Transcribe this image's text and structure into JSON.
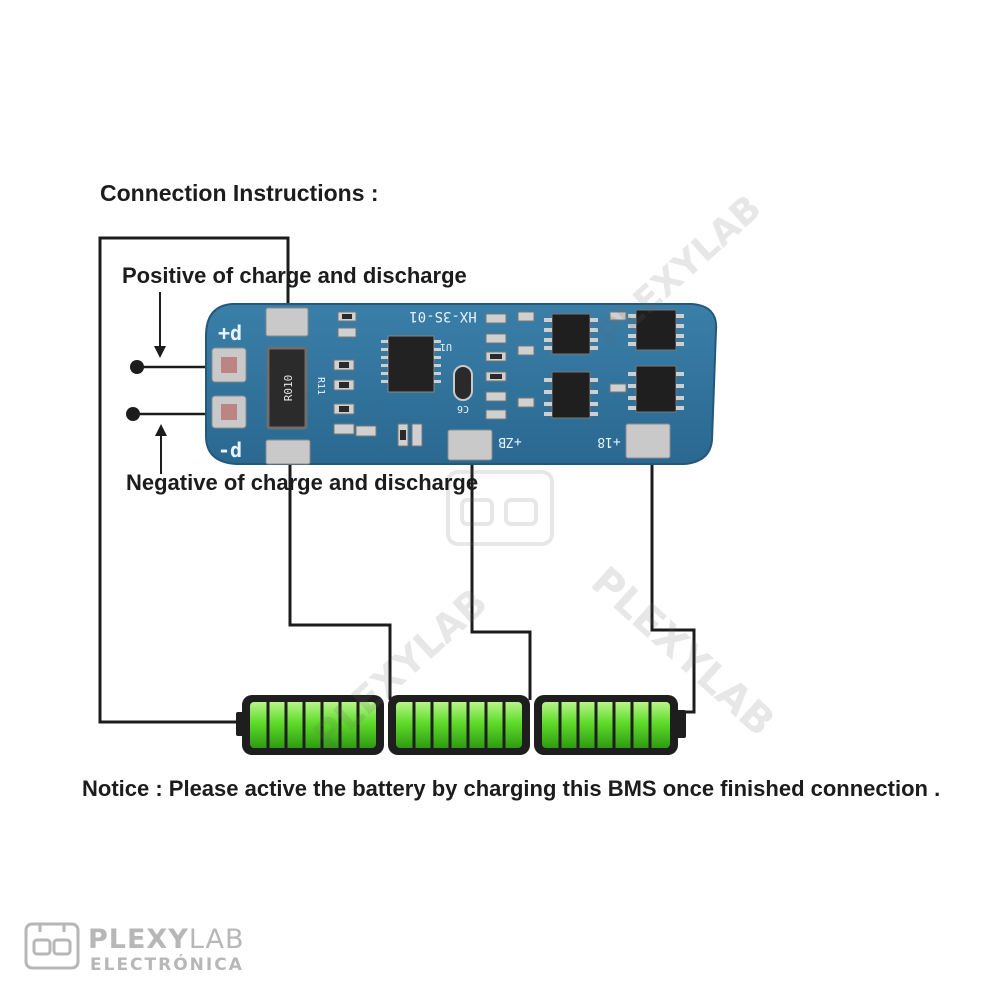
{
  "title": "Connection Instructions :",
  "positive_label": "Positive of charge and discharge",
  "negative_label": "Negative of charge and discharge",
  "notice": "Notice : Please active the battery by charging this BMS once finished connection .",
  "board": {
    "model_text": "HX-3S-01",
    "pad_p_plus": "+d",
    "pad_p_minus": "-d",
    "pad_b2": "+ZB",
    "pad_b1": "+18",
    "resistor_code": "R010",
    "resistor_ref": "R11",
    "ic_ref": "U1",
    "cap_ref": "C6",
    "colors": {
      "pcb": "#2f6f96",
      "pcb_edge": "#24587a"
    }
  },
  "batteries": {
    "count": 3,
    "colors": {
      "cell": "#5fdc2a",
      "cell_dark": "#2a7a12",
      "case": "#1e1e1e"
    }
  },
  "watermark": {
    "brand": "PLEXYLAB",
    "sub": "ELECTRÓNICA"
  },
  "brand": {
    "name_a": "PLEXY",
    "name_b": "LAB",
    "sub": "ELECTRÓNICA"
  }
}
